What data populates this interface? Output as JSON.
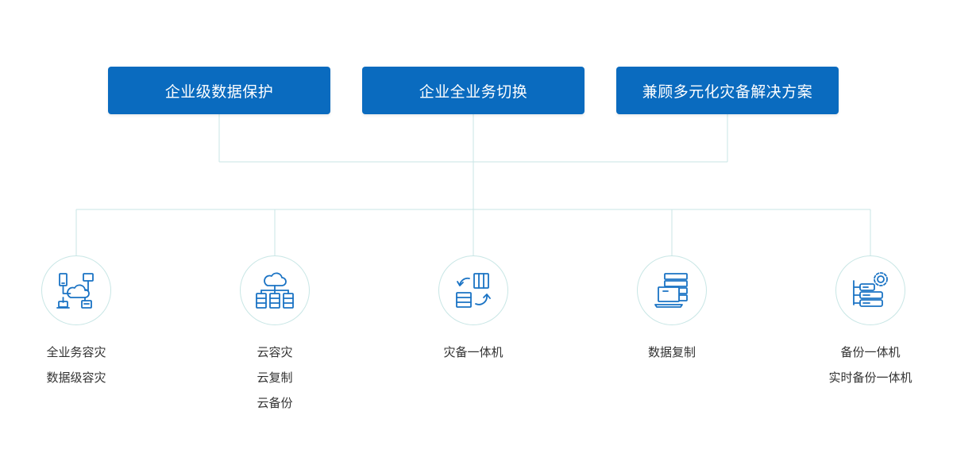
{
  "top_categories": [
    "企业级数据保护",
    "企业全业务切换",
    "兼顾多元化灾备解决方案"
  ],
  "nodes": [
    {
      "icon": "network-cloud-icon",
      "labels": [
        "全业务容灾",
        "数据级容灾"
      ]
    },
    {
      "icon": "cloud-servers-icon",
      "labels": [
        "云容灾",
        "云复制",
        "云备份"
      ]
    },
    {
      "icon": "sync-appliance-icon",
      "labels": [
        "灾备一体机"
      ]
    },
    {
      "icon": "laptop-server-icon",
      "labels": [
        "数据复制"
      ]
    },
    {
      "icon": "server-gear-icon",
      "labels": [
        "备份一体机",
        "实时备份一体机"
      ]
    }
  ],
  "colors": {
    "box_fill": "#0a6bbf",
    "connector": "#c8e6e5",
    "icon": "#1a73c4"
  }
}
